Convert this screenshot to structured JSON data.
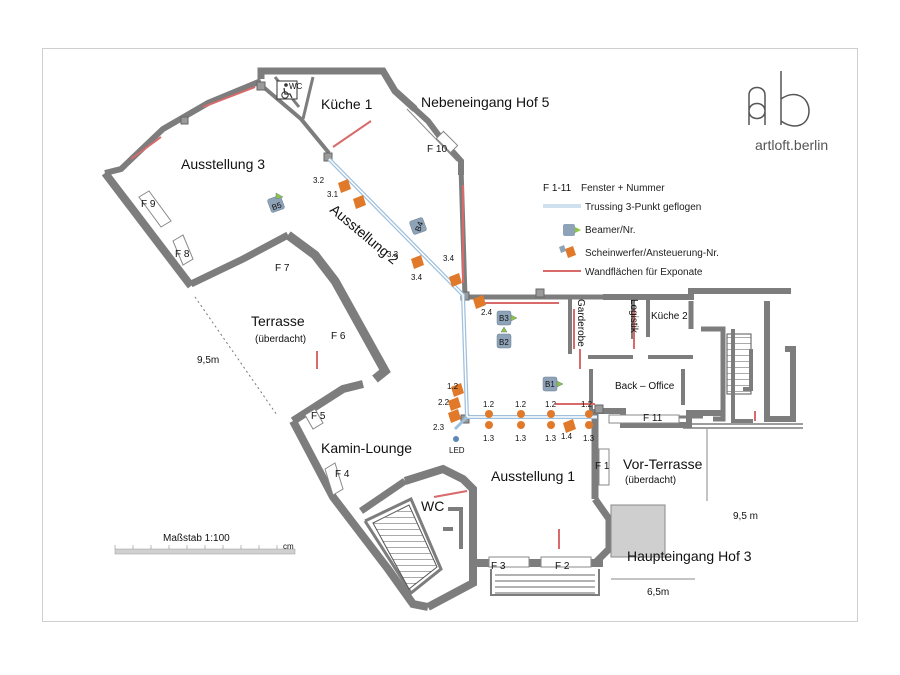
{
  "brand": {
    "name": "artloft.berlin",
    "mark": "ab"
  },
  "rooms": {
    "ausstellung3": "Ausstellung 3",
    "ausstellung2": "Ausstellung 2",
    "ausstellung1": "Ausstellung 1",
    "kueche1": "Küche 1",
    "kueche2": "Küche 2",
    "nebeneingang": "Nebeneingang Hof 5",
    "terrasse": "Terrasse",
    "terrasse_sub": "(überdacht)",
    "kamin": "Kamin-Lounge",
    "wc": "WC",
    "garderobe": "Garderobe",
    "logistik": "Logistik",
    "backoffice": "Back – Office",
    "vorterrasse": "Vor-Terrasse",
    "vorterrasse_sub": "(überdacht)",
    "haupteingang": "Haupteingang Hof 3",
    "wc_icon": "WC"
  },
  "windows": {
    "f1": "F 1",
    "f2": "F 2",
    "f3": "F 3",
    "f4": "F 4",
    "f5": "F 5",
    "f6": "F 6",
    "f7": "F 7",
    "f8": "F 8",
    "f9": "F 9",
    "f10": "F 10",
    "f11": "F 11"
  },
  "legend": {
    "fenster": "F 1-11",
    "fenster_desc": "Fenster + Nummer",
    "trussing": "Trussing 3-Punkt geflogen",
    "beamer": "Beamer/Nr.",
    "scheinwerfer": "Scheinwerfer/Ansteuerung-Nr.",
    "wand": "Wandflächen für Exponate"
  },
  "beamers": {
    "b1": "B1",
    "b2": "B2",
    "b3": "B3",
    "b4": "B4",
    "b5": "B5"
  },
  "spots": {
    "s32": "3.2",
    "s31": "3.1",
    "s33": "3.3",
    "s34b": "3.4",
    "s34a": "3.4",
    "s24": "2.4",
    "s12a": "1.2",
    "s22": "2.2",
    "s23": "2.3",
    "s12b": "1.2",
    "s12c": "1.2",
    "s12d": "1.2",
    "s12e": "1.2",
    "s13a": "1.3",
    "s13b": "1.3",
    "s13c": "1.3",
    "s14": "1.4",
    "s13d": "1.3",
    "led": "LED"
  },
  "dimensions": {
    "terrasse": "9,5m",
    "vorterrasse": "9,5 m",
    "eingang": "6,5m"
  },
  "scale": {
    "label": "Maßstab 1:100",
    "unit": "cm"
  },
  "colors": {
    "wall": "#7a7a7a",
    "wall_dark": "#555555",
    "truss": "#9fc0dc",
    "exhibit_wall": "#d96a6a",
    "spot": "#e07a2a",
    "beamer": "#8fa3b8"
  }
}
